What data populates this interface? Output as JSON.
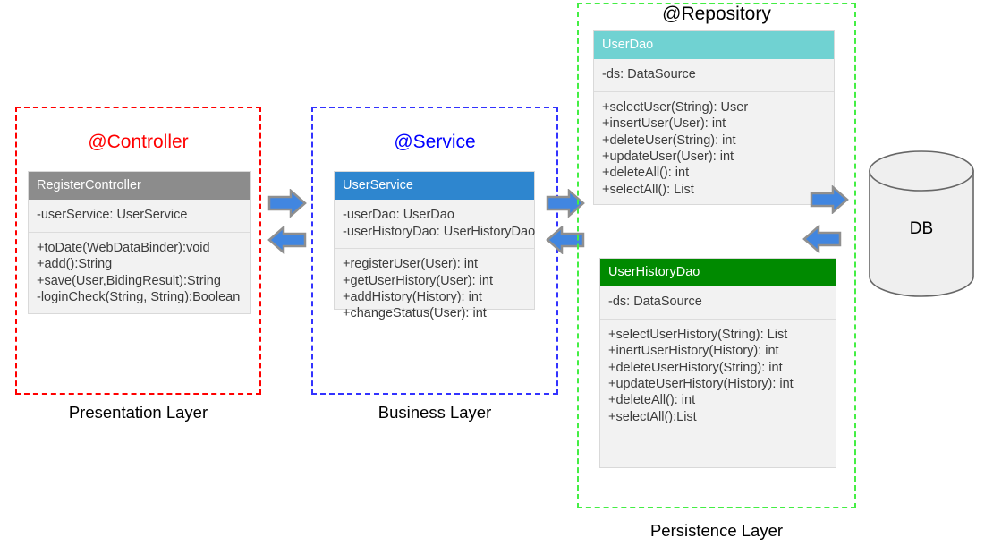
{
  "diagram": {
    "title": "Layered architecture class diagram",
    "colors": {
      "presentation_border": "#ff0000",
      "business_border": "#3333ff",
      "persistence_border": "#44ee44",
      "controller_header": "#8c8c8c",
      "service_header": "#2e86cf",
      "userdao_header": "#70d2d2",
      "userhistorydao_header": "#008a00",
      "arrow_fill": "#4186e0",
      "arrow_stroke": "#8f8f8f",
      "class_body": "#f2f2f2",
      "db_fill": "#efefef",
      "db_stroke": "#666666"
    },
    "layers": [
      {
        "id": "presentation",
        "stereotype": "@Controller",
        "caption": "Presentation Layer"
      },
      {
        "id": "business",
        "stereotype": "@Service",
        "caption": "Business Layer"
      },
      {
        "id": "persistence",
        "stereotype": "@Repository",
        "caption": "Persistence Layer"
      }
    ],
    "classes": [
      {
        "id": "register-controller",
        "name": "RegisterController",
        "attributes": [
          "-userService: UserService"
        ],
        "operations": [
          "+toDate(WebDataBinder):void",
          "+add():String",
          "+save(User,BidingResult):String",
          "-loginCheck(String, String):Boolean"
        ]
      },
      {
        "id": "user-service",
        "name": "UserService",
        "attributes": [
          "-userDao: UserDao",
          "-userHistoryDao: UserHistoryDao"
        ],
        "operations": [
          "+registerUser(User): int",
          "+getUserHistory(User): int",
          "+addHistory(History): int",
          "+changeStatus(User): int"
        ]
      },
      {
        "id": "user-dao",
        "name": "UserDao",
        "attributes": [
          "-ds: DataSource"
        ],
        "operations": [
          "+selectUser(String): User",
          "+insertUser(User): int",
          "+deleteUser(String): int",
          "+updateUser(User): int",
          "+deleteAll(): int",
          "+selectAll(): List"
        ]
      },
      {
        "id": "user-history-dao",
        "name": "UserHistoryDao",
        "attributes": [
          "-ds: DataSource"
        ],
        "operations": [
          "+selectUserHistory(String): List",
          "+inertUserHistory(History): int",
          "+deleteUserHistory(String): int",
          "+updateUserHistory(History): int",
          "+deleteAll(): int",
          "+selectAll():List"
        ]
      }
    ],
    "database": {
      "label": "DB"
    },
    "connectors": [
      {
        "id": "controller-to-service",
        "direction": "right"
      },
      {
        "id": "service-to-controller",
        "direction": "left"
      },
      {
        "id": "service-to-repository",
        "direction": "right"
      },
      {
        "id": "repository-to-service",
        "direction": "left"
      },
      {
        "id": "repository-to-db",
        "direction": "right"
      },
      {
        "id": "db-to-repository",
        "direction": "left"
      }
    ]
  }
}
